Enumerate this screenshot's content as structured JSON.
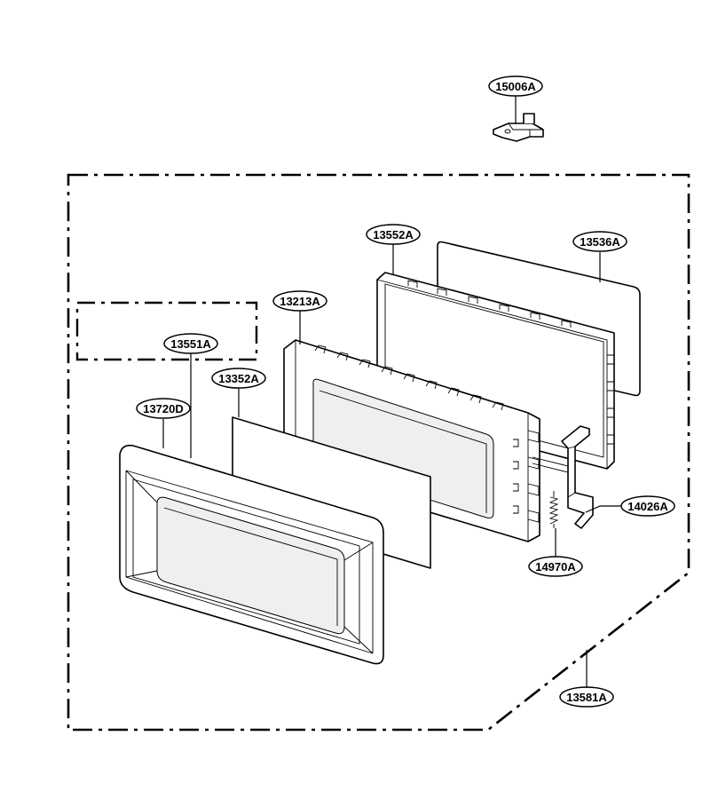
{
  "diagram": {
    "callouts": [
      {
        "id": "c15006",
        "label": "15006A"
      },
      {
        "id": "c13552",
        "label": "13552A"
      },
      {
        "id": "c13536",
        "label": "13536A"
      },
      {
        "id": "c13213",
        "label": "13213A"
      },
      {
        "id": "c13551",
        "label": "13551A"
      },
      {
        "id": "c13352",
        "label": "13352A"
      },
      {
        "id": "c13720",
        "label": "13720D"
      },
      {
        "id": "c14026",
        "label": "14026A"
      },
      {
        "id": "c14970",
        "label": "14970A"
      },
      {
        "id": "c13581",
        "label": "13581A"
      }
    ]
  }
}
